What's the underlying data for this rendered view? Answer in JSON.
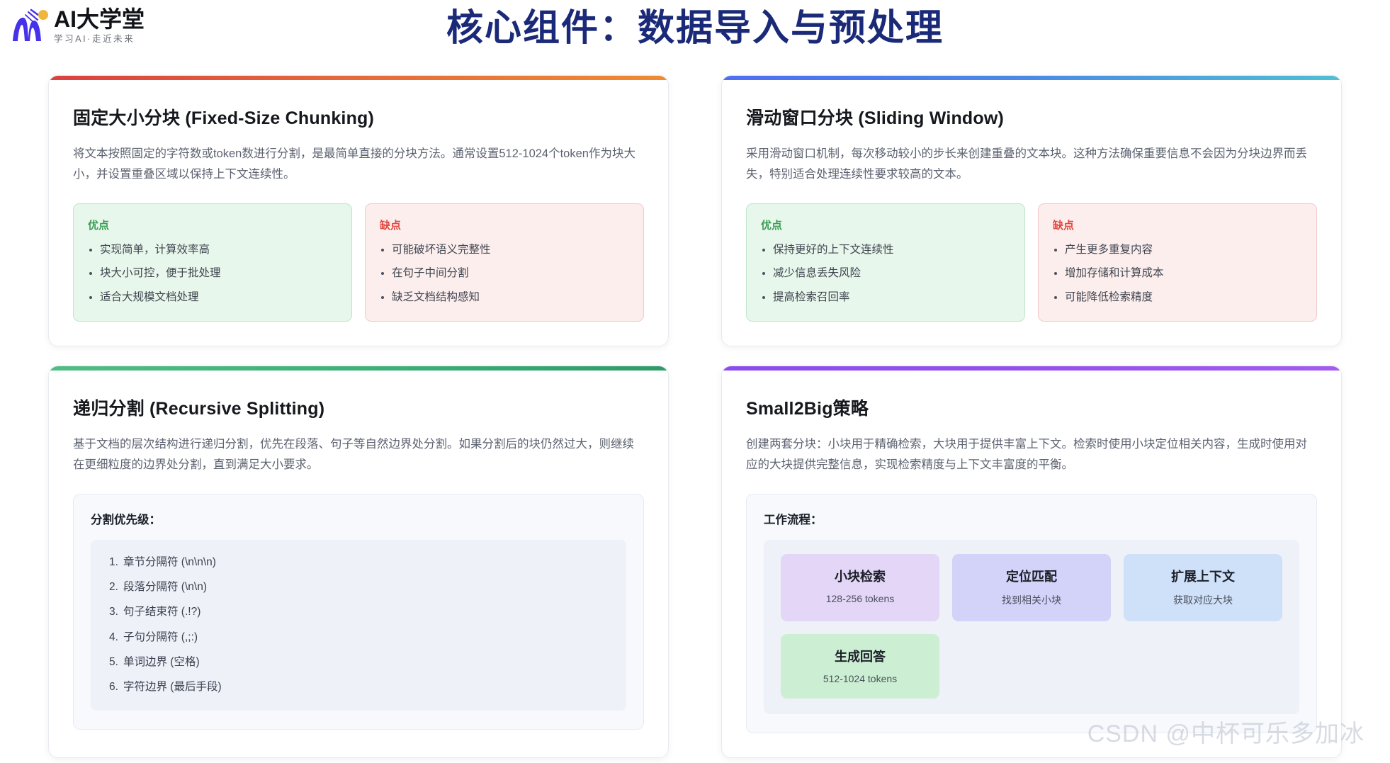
{
  "brand": {
    "name": "AI大学堂",
    "tagline": "学习AI·走近未来",
    "mark_colors": {
      "swoosh": "#4632e8",
      "dot": "#f0b53c",
      "rays": "#4632e8"
    }
  },
  "header": {
    "title": "核心组件：数据导入与预处理",
    "title_color": "#1b2a78"
  },
  "labels": {
    "pros": "优点",
    "cons": "缺点"
  },
  "cards": [
    {
      "accent": "linear-gradient(90deg, #d9413f 0%, #e4673c 45%, #ef8b33 100%)",
      "title": "固定大小分块 (Fixed-Size Chunking)",
      "desc": "将文本按照固定的字符数或token数进行分割，是最简单直接的分块方法。通常设置512-1024个token作为块大小，并设置重叠区域以保持上下文连续性。",
      "pros": [
        "实现简单，计算效率高",
        "块大小可控，便于批处理",
        "适合大规模文档处理"
      ],
      "cons": [
        "可能破坏语义完整性",
        "在句子中间分割",
        "缺乏文档结构感知"
      ]
    },
    {
      "accent": "linear-gradient(90deg, #4e6ef2 0%, #4b8ae4 50%, #4fc0d4 100%)",
      "title": "滑动窗口分块 (Sliding Window)",
      "desc": "采用滑动窗口机制，每次移动较小的步长来创建重叠的文本块。这种方法确保重要信息不会因为分块边界而丢失，特别适合处理连续性要求较高的文本。",
      "pros": [
        "保持更好的上下文连续性",
        "减少信息丢失风险",
        "提高检索召回率"
      ],
      "cons": [
        "产生更多重复内容",
        "增加存储和计算成本",
        "可能降低检索精度"
      ]
    },
    {
      "accent": "linear-gradient(90deg, #4fbd84 0%, #3fae78 55%, #2e9b69 100%)",
      "title": "递归分割 (Recursive Splitting)",
      "desc": "基于文档的层次结构进行递归分割，优先在段落、句子等自然边界处分割。如果分割后的块仍然过大，则继续在更细粒度的边界处分割，直到满足大小要求。",
      "panel_title": "分割优先级：",
      "priority_list": [
        "章节分隔符 (\\n\\n\\n)",
        "段落分隔符 (\\n\\n)",
        "句子结束符 (.!?)",
        "子句分隔符 (,;:)",
        "单词边界 (空格)",
        "字符边界 (最后手段)"
      ]
    },
    {
      "accent": "linear-gradient(90deg, #8b4ced 0%, #9550ee 50%, #a35bf0 100%)",
      "title": "Small2Big策略",
      "desc": "创建两套分块：小块用于精确检索，大块用于提供丰富上下文。检索时使用小块定位相关内容，生成时使用对应的大块提供完整信息，实现检索精度与上下文丰富度的平衡。",
      "panel_title": "工作流程：",
      "flow_steps": [
        {
          "name": "小块检索",
          "meta": "128-256 tokens",
          "bg": "#e3d6f7"
        },
        {
          "name": "定位匹配",
          "meta": "找到相关小块",
          "bg": "#d3d2f9"
        },
        {
          "name": "扩展上下文",
          "meta": "获取对应大块",
          "bg": "#cfe0f9"
        },
        {
          "name": "生成回答",
          "meta": "512-1024 tokens",
          "bg": "#ccefd3"
        }
      ]
    }
  ],
  "watermark": "CSDN @中杯可乐多加冰"
}
